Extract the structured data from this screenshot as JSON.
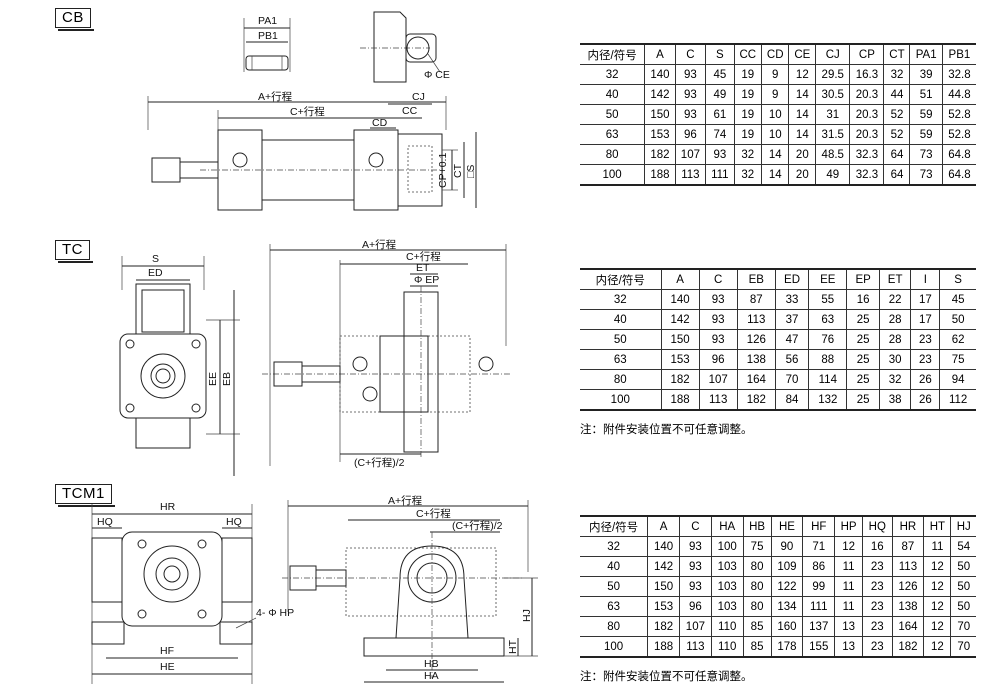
{
  "sections": [
    {
      "tag": "CB",
      "labels": {
        "pa1": "PA1",
        "pb1": "PB1",
        "ce": "Φ CE",
        "a": "A+行程",
        "c": "C+行程",
        "cj": "CJ",
        "cc": "CC",
        "cd": "CD",
        "cp": "CP+0.1",
        "ct": "CT",
        "s": "□S"
      },
      "table": {
        "headers": [
          "内径/符号",
          "A",
          "C",
          "S",
          "CC",
          "CD",
          "CE",
          "CJ",
          "CP",
          "CT",
          "PA1",
          "PB1"
        ],
        "rows": [
          [
            "32",
            "140",
            "93",
            "45",
            "19",
            "9",
            "12",
            "29.5",
            "16.3",
            "32",
            "39",
            "32.8"
          ],
          [
            "40",
            "142",
            "93",
            "49",
            "19",
            "9",
            "14",
            "30.5",
            "20.3",
            "44",
            "51",
            "44.8"
          ],
          [
            "50",
            "150",
            "93",
            "61",
            "19",
            "10",
            "14",
            "31",
            "20.3",
            "52",
            "59",
            "52.8"
          ],
          [
            "63",
            "153",
            "96",
            "74",
            "19",
            "10",
            "14",
            "31.5",
            "20.3",
            "52",
            "59",
            "52.8"
          ],
          [
            "80",
            "182",
            "107",
            "93",
            "32",
            "14",
            "20",
            "48.5",
            "32.3",
            "64",
            "73",
            "64.8"
          ],
          [
            "100",
            "188",
            "113",
            "111",
            "32",
            "14",
            "20",
            "49",
            "32.3",
            "64",
            "73",
            "64.8"
          ]
        ]
      }
    },
    {
      "tag": "TC",
      "labels": {
        "s": "S",
        "ed": "ED",
        "ee": "EE",
        "eb": "EB",
        "a": "A+行程",
        "c": "C+行程",
        "et": "ET",
        "ep": "Φ EP",
        "half": "(C+行程)/2"
      },
      "table": {
        "headers": [
          "内径/符号",
          "A",
          "C",
          "EB",
          "ED",
          "EE",
          "EP",
          "ET",
          "I",
          "S"
        ],
        "rows": [
          [
            "32",
            "140",
            "93",
            "87",
            "33",
            "55",
            "16",
            "22",
            "17",
            "45"
          ],
          [
            "40",
            "142",
            "93",
            "113",
            "37",
            "63",
            "25",
            "28",
            "17",
            "50"
          ],
          [
            "50",
            "150",
            "93",
            "126",
            "47",
            "76",
            "25",
            "28",
            "23",
            "62"
          ],
          [
            "63",
            "153",
            "96",
            "138",
            "56",
            "88",
            "25",
            "30",
            "23",
            "75"
          ],
          [
            "80",
            "182",
            "107",
            "164",
            "70",
            "114",
            "25",
            "32",
            "26",
            "94"
          ],
          [
            "100",
            "188",
            "113",
            "182",
            "84",
            "132",
            "25",
            "38",
            "26",
            "112"
          ]
        ]
      },
      "note": "注：附件安装位置不可任意调整。"
    },
    {
      "tag": "TCM1",
      "labels": {
        "hq1": "HQ",
        "hr": "HR",
        "hq2": "HQ",
        "hp": "4- Φ HP",
        "hf": "HF",
        "he": "HE",
        "a": "A+行程",
        "c": "C+行程",
        "half": "(C+行程)/2",
        "hj": "HJ",
        "ht": "HT",
        "hb": "HB",
        "ha": "HA"
      },
      "table": {
        "headers": [
          "内径/符号",
          "A",
          "C",
          "HA",
          "HB",
          "HE",
          "HF",
          "HP",
          "HQ",
          "HR",
          "HT",
          "HJ"
        ],
        "rows": [
          [
            "32",
            "140",
            "93",
            "100",
            "75",
            "90",
            "71",
            "12",
            "16",
            "87",
            "11",
            "54"
          ],
          [
            "40",
            "142",
            "93",
            "103",
            "80",
            "109",
            "86",
            "11",
            "23",
            "113",
            "12",
            "50"
          ],
          [
            "50",
            "150",
            "93",
            "103",
            "80",
            "122",
            "99",
            "11",
            "23",
            "126",
            "12",
            "50"
          ],
          [
            "63",
            "153",
            "96",
            "103",
            "80",
            "134",
            "111",
            "11",
            "23",
            "138",
            "12",
            "50"
          ],
          [
            "80",
            "182",
            "107",
            "110",
            "85",
            "160",
            "137",
            "13",
            "23",
            "164",
            "12",
            "70"
          ],
          [
            "100",
            "188",
            "113",
            "110",
            "85",
            "178",
            "155",
            "13",
            "23",
            "182",
            "12",
            "70"
          ]
        ]
      },
      "note": "注：附件安装位置不可任意调整。"
    }
  ]
}
